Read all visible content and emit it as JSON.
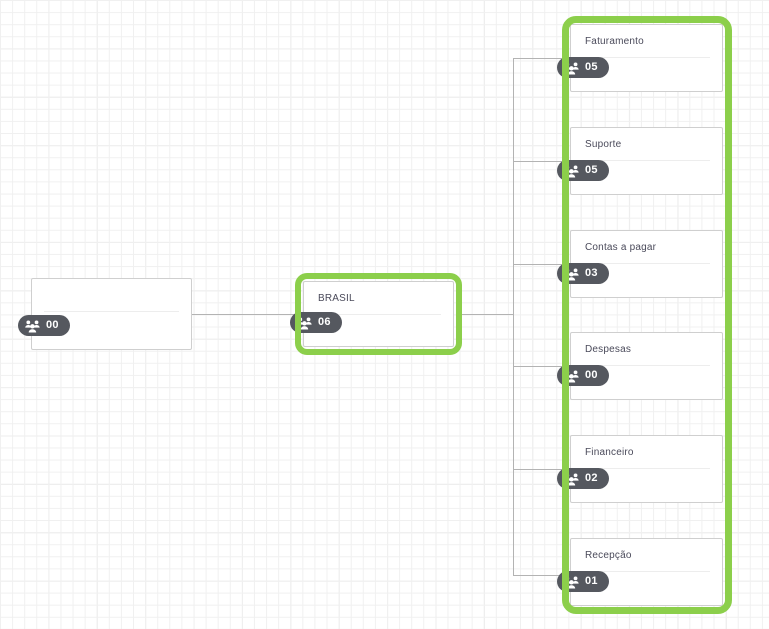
{
  "canvas": {
    "background": "#ffffff",
    "grid_color": "#f0f0f0",
    "grid_major_color": "#e6e6e6"
  },
  "theme": {
    "highlight_color": "#8ccf4b",
    "badge_bg": "#55585f",
    "badge_text": "#ffffff",
    "card_border": "#cfcfcf",
    "title_color": "#4a4a5a",
    "connector_color": "#b3b3b3"
  },
  "badge_icon_name": "people-group-icon",
  "nodes": {
    "root": {
      "title": "",
      "count": "00",
      "selected": false
    },
    "brasil": {
      "title": "BRASIL",
      "count": "06",
      "selected": true
    }
  },
  "children": [
    {
      "title": "Faturamento",
      "count": "05"
    },
    {
      "title": "Suporte",
      "count": "05"
    },
    {
      "title": "Contas a pagar",
      "count": "03"
    },
    {
      "title": "Despesas",
      "count": "00"
    },
    {
      "title": "Financeiro",
      "count": "02"
    },
    {
      "title": "Recepção",
      "count": "01"
    }
  ]
}
